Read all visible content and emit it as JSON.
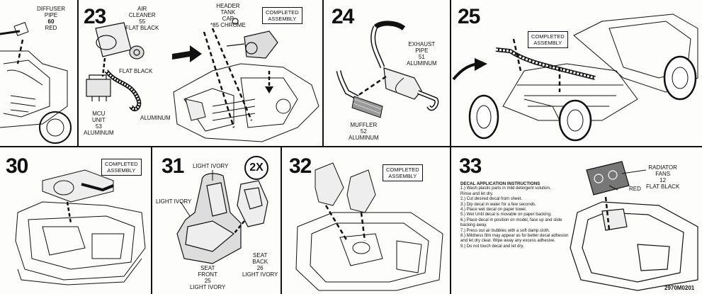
{
  "steps": {
    "s22": {
      "diffuser_pipe": [
        "DIFFUSER",
        "PIPE",
        "60",
        "RED"
      ]
    },
    "s23": {
      "number": "23",
      "air_cleaner": [
        "AIR",
        "CLEANER",
        "55",
        "FLAT BLACK"
      ],
      "header_tank_cap": [
        "HEADER",
        "TANK",
        "CAP",
        "*85 CHROME"
      ],
      "completed": [
        "COMPLETED",
        "ASSEMBLY"
      ],
      "flat_black": "FLAT BLACK",
      "aluminum": "ALUMINUM",
      "mcu_unit": [
        "MCU",
        "UNIT",
        "53",
        "ALUMINUM"
      ]
    },
    "s24": {
      "number": "24",
      "exhaust_pipe": [
        "EXHAUST",
        "PIPE",
        "51",
        "ALUMINUM"
      ],
      "muffler": [
        "MUFFLER",
        "52",
        "ALUMINUM"
      ]
    },
    "s25": {
      "number": "25",
      "completed": [
        "COMPLETED",
        "ASSEMBLY"
      ]
    },
    "s30": {
      "number": "30",
      "completed": [
        "COMPLETED",
        "ASSEMBLY"
      ]
    },
    "s31": {
      "number": "31",
      "multiplier": "2X",
      "light_ivory_top": "LIGHT IVORY",
      "light_ivory_left": "LIGHT IVORY",
      "seat_back": [
        "SEAT",
        "BACK",
        "26",
        "LIGHT IVORY"
      ],
      "seat_front": [
        "SEAT",
        "FRONT",
        "25",
        "LIGHT IVORY"
      ]
    },
    "s32": {
      "number": "32",
      "completed": [
        "COMPLETED",
        "ASSEMBLY"
      ]
    },
    "s33": {
      "number": "33",
      "radiator_fans": [
        "RADIATOR",
        "FANS",
        "12",
        "FLAT BLACK"
      ],
      "red": "RED",
      "decal_title": "DECAL APPLICATION INSTRUCTIONS",
      "decal_steps": [
        "1.) Wash plastic parts in mild detergent solution.",
        "     Rinse and let dry.",
        "2.) Cut desired decal from sheet.",
        "3.) Dip decal in water for a few seconds.",
        "4.) Place wet decal on paper towel.",
        "5.) Wet Until decal is movable on paper backing.",
        "6.) Place decal in position on model, face up and slide",
        "     backing away.",
        "7.) Press out air bubbles with a soft damp cloth.",
        "8.) Mildness film may appear as for better decal adhesion",
        "     and let dry clear. Wipe away any excess adhesive.",
        "9.) Do not touch decal and let dry."
      ]
    }
  },
  "part_code": "2970M0201"
}
